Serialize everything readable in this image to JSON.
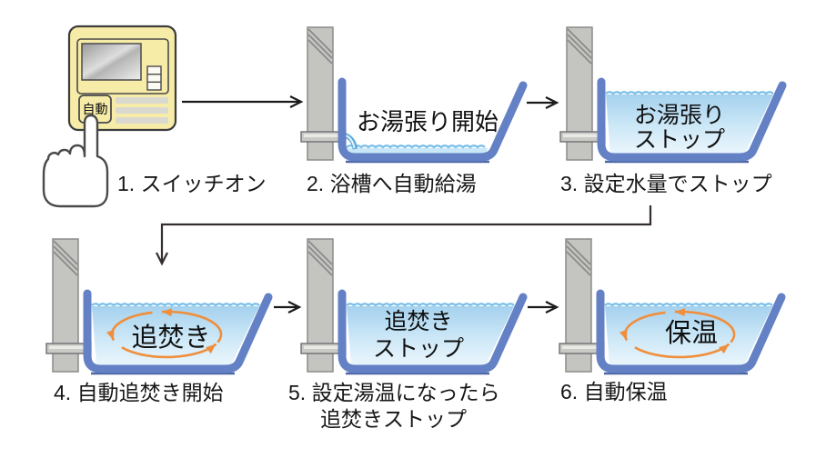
{
  "figure": {
    "description": "6-step automatic bath filling and reheating flow diagram",
    "steps": [
      {
        "label": "1. スイッチオン",
        "remote_button": "自動"
      },
      {
        "label": "2. 浴槽へ自動給湯",
        "tub_text": "お湯張り開始"
      },
      {
        "label": "3. 設定水量でストップ",
        "tub_text_line1": "お湯張り",
        "tub_text_line2": "ストップ"
      },
      {
        "label": "4. 自動追焚き開始",
        "tub_text": "追焚き"
      },
      {
        "label": "5. 設定湯温になったら",
        "label_line2": "追焚きストップ",
        "tub_text_line1": "追焚き",
        "tub_text_line2": "ストップ"
      },
      {
        "label": "6. 自動保温",
        "tub_text": "保温"
      }
    ],
    "icons": {
      "flow_arrow": "right-arrow",
      "wrap_connector": "down-left-down-arrow",
      "circulation": "counterclockwise-ellipse-arrows",
      "pointing_hand": "hand-pressing-button",
      "faucet": "wall-spigot",
      "stream": "water-pouring-arc"
    },
    "colors": {
      "remote_body": "#f7eba8",
      "tub_stroke": "#6381c4",
      "tub_shadow": "#4c66a6",
      "water_top": "#a5d1ee",
      "water_bottom": "#eaf5fc",
      "water_low": "#c9e7f7",
      "wave_line": "#79bfe8",
      "wall_fill": "#c4c4c1",
      "wall_stroke": "#8b8b89",
      "circulation_arrow": "#ef8f3e",
      "flow_arrow": "#1a1a1a",
      "connector": "#352e2e",
      "label_text": "#171717"
    }
  }
}
